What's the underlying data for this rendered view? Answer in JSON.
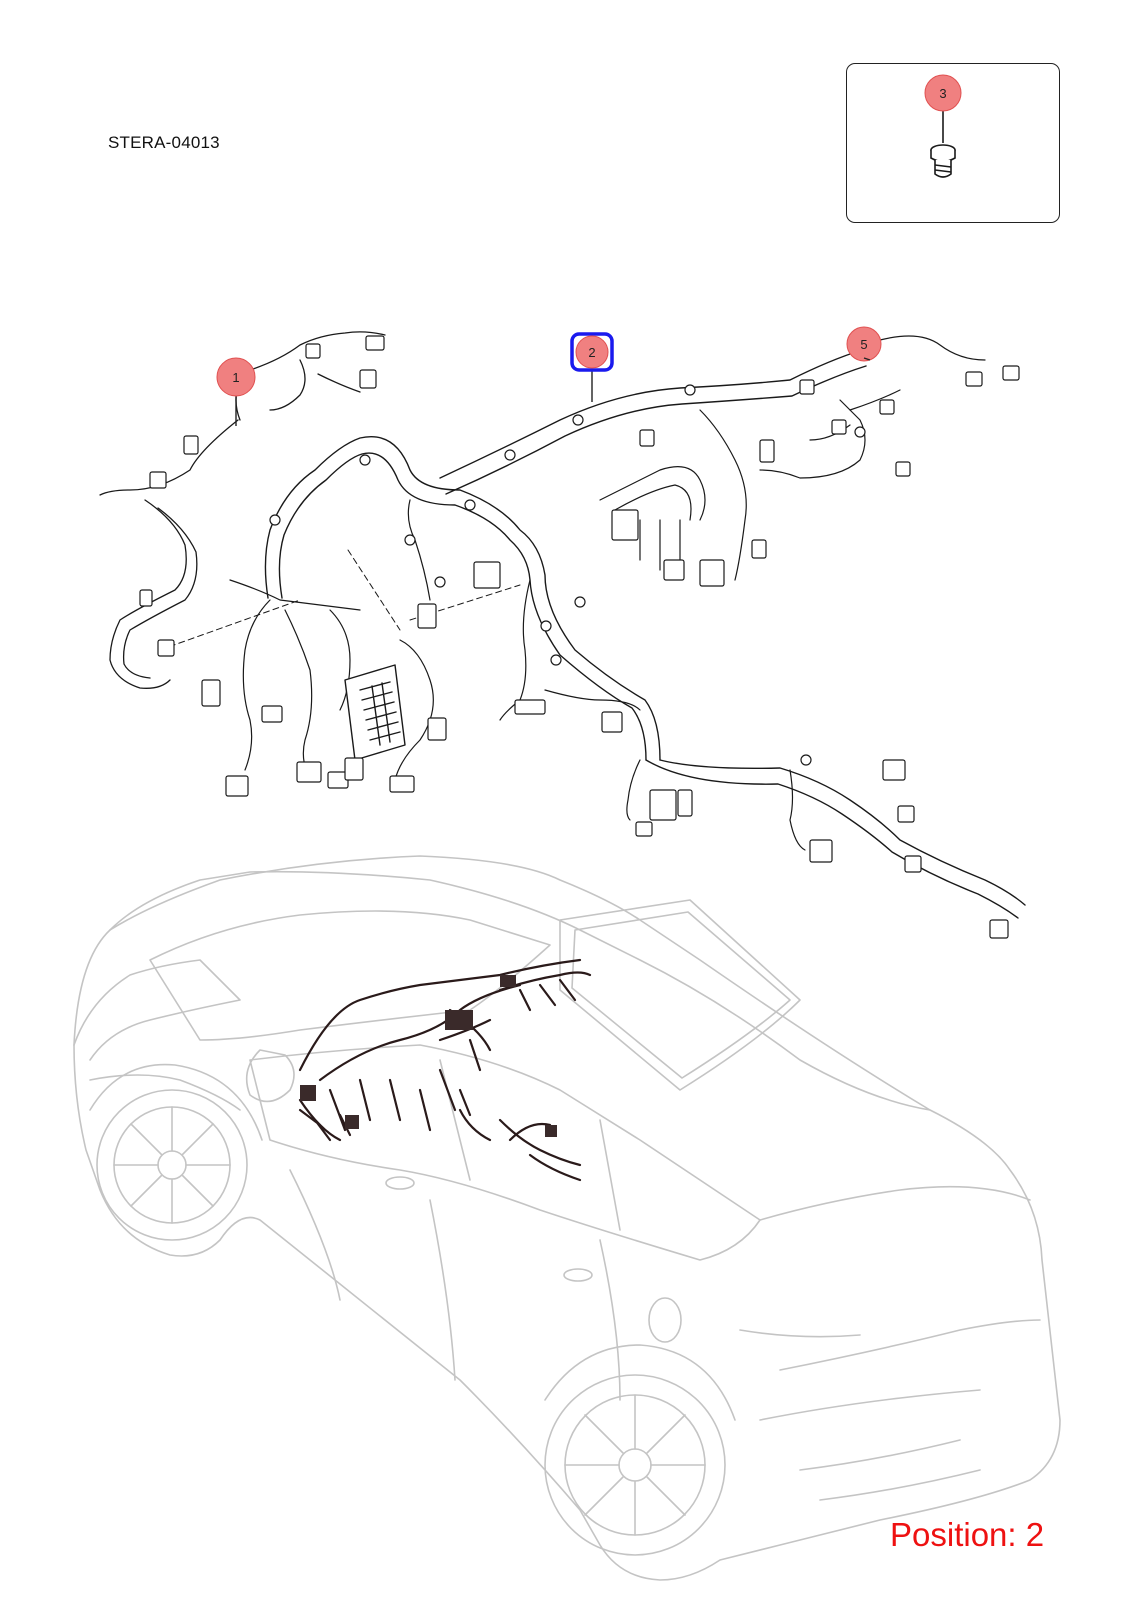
{
  "document": {
    "code": "STERA-04013"
  },
  "callouts": [
    {
      "id": "1",
      "label": "1",
      "selected": false
    },
    {
      "id": "2",
      "label": "2",
      "selected": true
    },
    {
      "id": "3",
      "label": "3",
      "selected": false
    },
    {
      "id": "5",
      "label": "5",
      "selected": false
    }
  ],
  "status": {
    "position_text": "Position: 2"
  },
  "colors": {
    "callout_fill": "#f08080",
    "callout_stroke": "#e05050",
    "selected_outline": "#1a1aee",
    "position_text": "#ee1111",
    "car_outline": "#c4c4c4",
    "harness_line": "#1a1a1a"
  },
  "icons": {
    "bolt": "bolt-icon",
    "harness": "wiring-harness-illustration",
    "car": "suv-car-outline-illustration"
  }
}
